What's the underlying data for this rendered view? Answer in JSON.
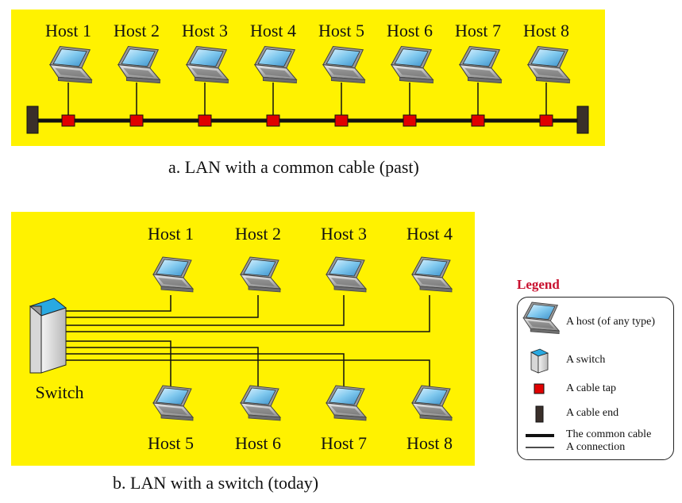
{
  "panel_a": {
    "hosts": [
      "Host 1",
      "Host 2",
      "Host 3",
      "Host 4",
      "Host 5",
      "Host 6",
      "Host 7",
      "Host 8"
    ],
    "caption": "a. LAN with a common cable (past)"
  },
  "panel_b": {
    "top_hosts": [
      "Host 1",
      "Host 2",
      "Host 3",
      "Host 4"
    ],
    "bottom_hosts": [
      "Host 5",
      "Host 6",
      "Host 7",
      "Host 8"
    ],
    "switch_label": "Switch",
    "caption": "b. LAN with a switch (today)"
  },
  "legend": {
    "title": "Legend",
    "items": [
      {
        "icon": "laptop-icon",
        "label": "A host (of any type)"
      },
      {
        "icon": "switch-icon",
        "label": "A switch"
      },
      {
        "icon": "cable-tap-icon",
        "label": "A cable tap"
      },
      {
        "icon": "cable-end-icon",
        "label": "A cable end"
      },
      {
        "icon": "common-cable-icon",
        "label": "The common cable"
      },
      {
        "icon": "connection-icon",
        "label": "A connection"
      }
    ]
  },
  "colors": {
    "background": "#fff200",
    "cable_tap": "#e00000",
    "cable_end": "#3a2f2a",
    "switch_top": "#29a9e1",
    "switch_body": "#cfcfcf",
    "legend_title": "#c8102e",
    "laptop_screen": "#7fc8ee"
  }
}
